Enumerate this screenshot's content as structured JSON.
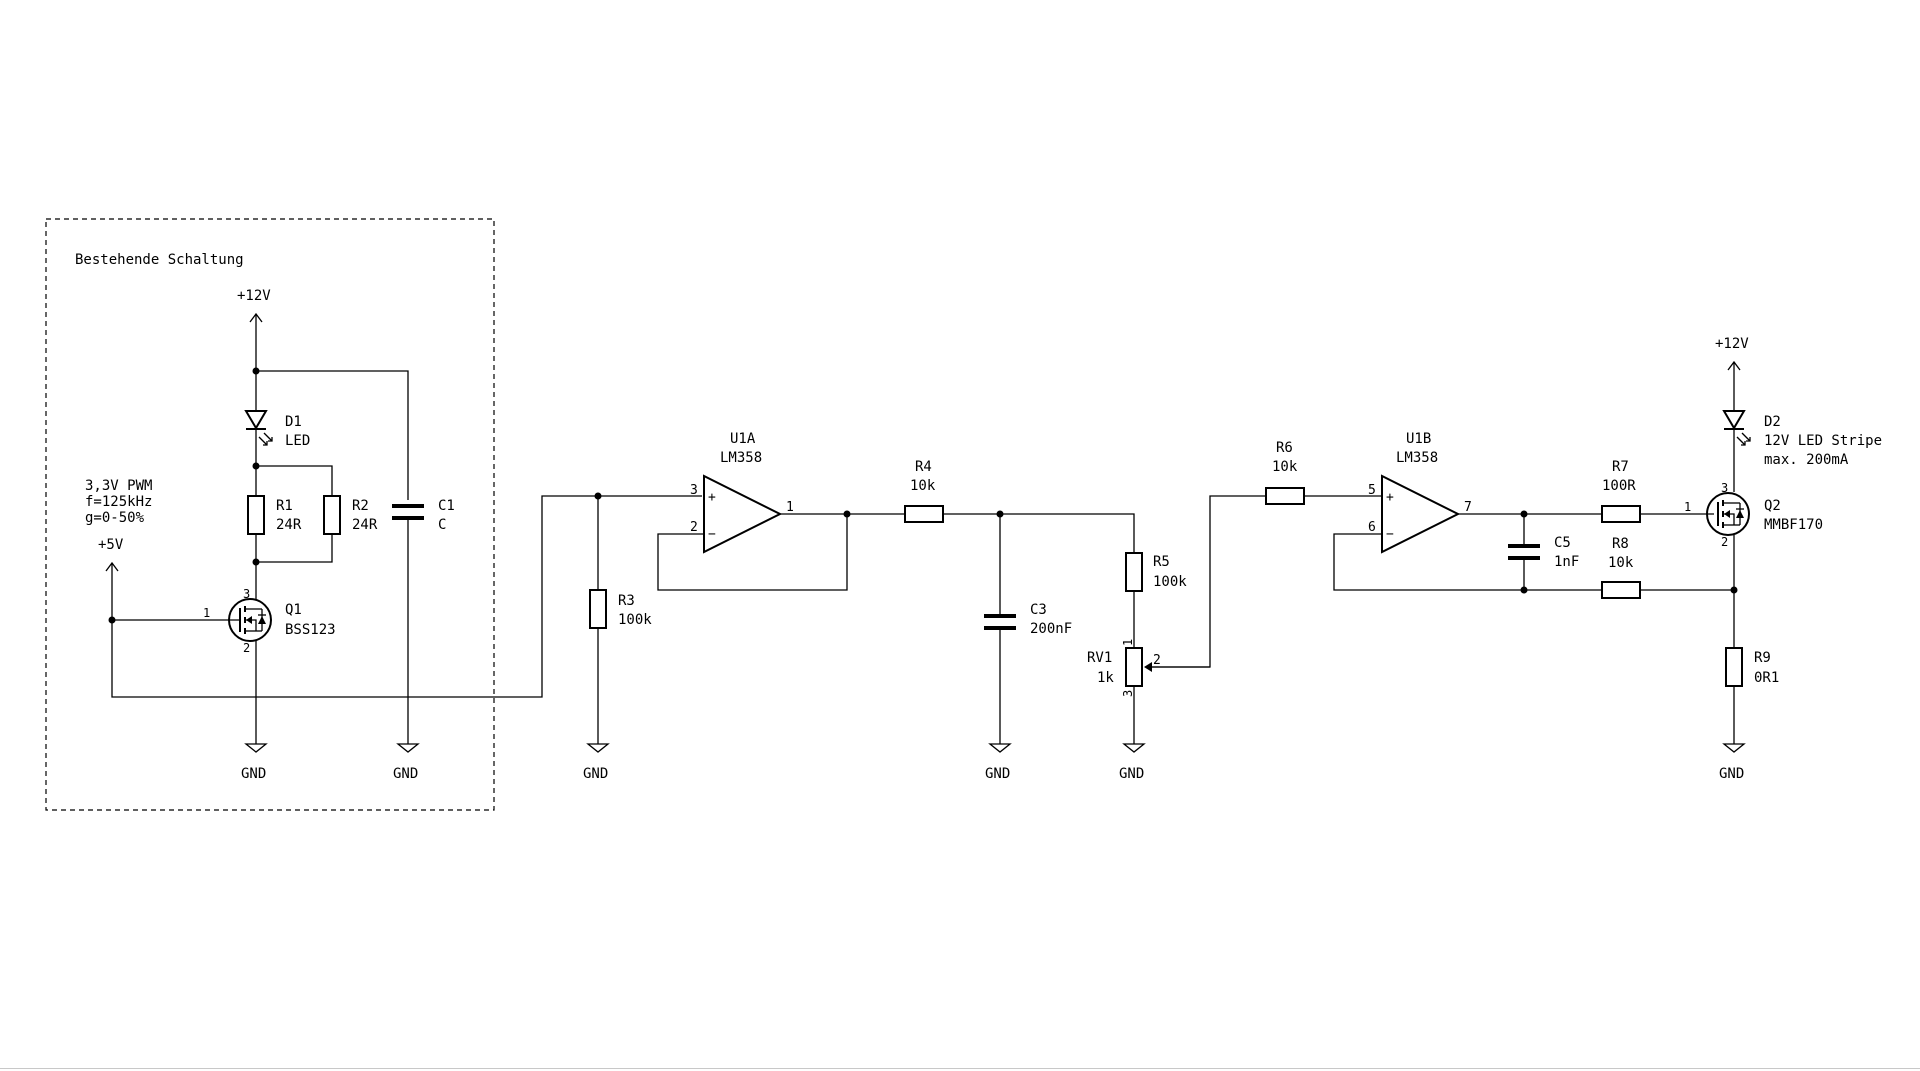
{
  "frame": {
    "label": "Bestehende Schaltung"
  },
  "power": {
    "p12v": "+12V",
    "p5v": "+5V",
    "gnd": "GND"
  },
  "pwm_note": [
    "3,3V PWM",
    "f=125kHz",
    "g=0-50%"
  ],
  "components": {
    "D1": {
      "ref": "D1",
      "value": "LED"
    },
    "R1": {
      "ref": "R1",
      "value": "24R"
    },
    "R2": {
      "ref": "R2",
      "value": "24R"
    },
    "C1": {
      "ref": "C1",
      "value": "C"
    },
    "Q1": {
      "ref": "Q1",
      "value": "BSS123"
    },
    "R3": {
      "ref": "R3",
      "value": "100k"
    },
    "U1A": {
      "ref": "U1A",
      "value": "LM358"
    },
    "R4": {
      "ref": "R4",
      "value": "10k"
    },
    "C3": {
      "ref": "C3",
      "value": "200nF"
    },
    "R5": {
      "ref": "R5",
      "value": "100k"
    },
    "RV1": {
      "ref": "RV1",
      "value": "1k"
    },
    "R6": {
      "ref": "R6",
      "value": "10k"
    },
    "U1B": {
      "ref": "U1B",
      "value": "LM358"
    },
    "C5": {
      "ref": "C5",
      "value": "1nF"
    },
    "R7": {
      "ref": "R7",
      "value": "100R"
    },
    "R8": {
      "ref": "R8",
      "value": "10k"
    },
    "Q2": {
      "ref": "Q2",
      "value": "MMBF170"
    },
    "D2": {
      "ref": "D2",
      "value": "12V LED Stripe",
      "note": "max. 200mA"
    },
    "R9": {
      "ref": "R9",
      "value": "0R1"
    }
  },
  "pins": {
    "q_gate": "1",
    "q_drain": "3",
    "q_source": "2",
    "u1a_plus": "3",
    "u1a_minus": "2",
    "u1a_out": "1",
    "u1b_plus": "5",
    "u1b_minus": "6",
    "u1b_out": "7",
    "rv1_top": "1",
    "rv1_wiper": "2",
    "rv1_bottom": "3",
    "plus": "+",
    "minus": "−"
  }
}
